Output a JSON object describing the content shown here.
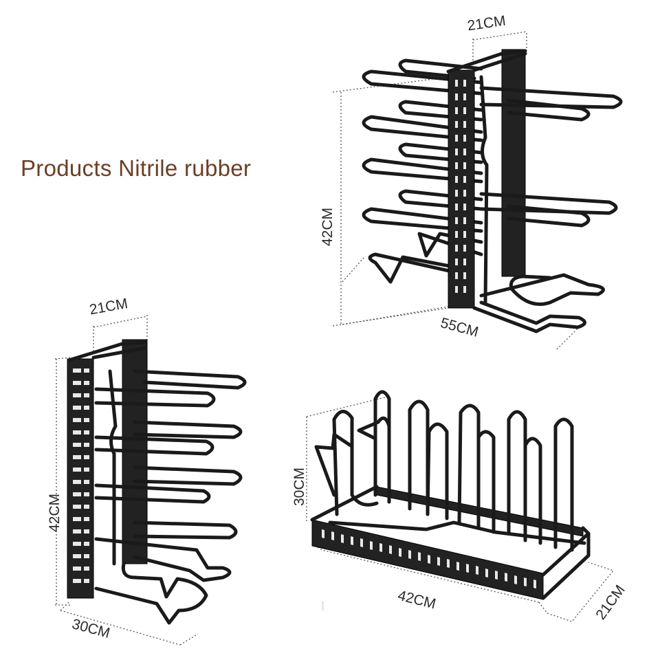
{
  "title": "Products Nitrile rubber",
  "products": [
    {
      "name": "top-right-rack",
      "dimensions": {
        "width": "21CM",
        "height": "42CM",
        "length": "55CM"
      }
    },
    {
      "name": "bottom-left-rack",
      "dimensions": {
        "width": "21CM",
        "height": "42CM",
        "length": "30CM"
      }
    },
    {
      "name": "bottom-right-rack",
      "dimensions": {
        "height": "30CM",
        "length": "42CM",
        "width": "21CM"
      }
    }
  ],
  "colors": {
    "title": "#6b3f26",
    "metal": "#1a1a1a",
    "background": "#ffffff"
  }
}
